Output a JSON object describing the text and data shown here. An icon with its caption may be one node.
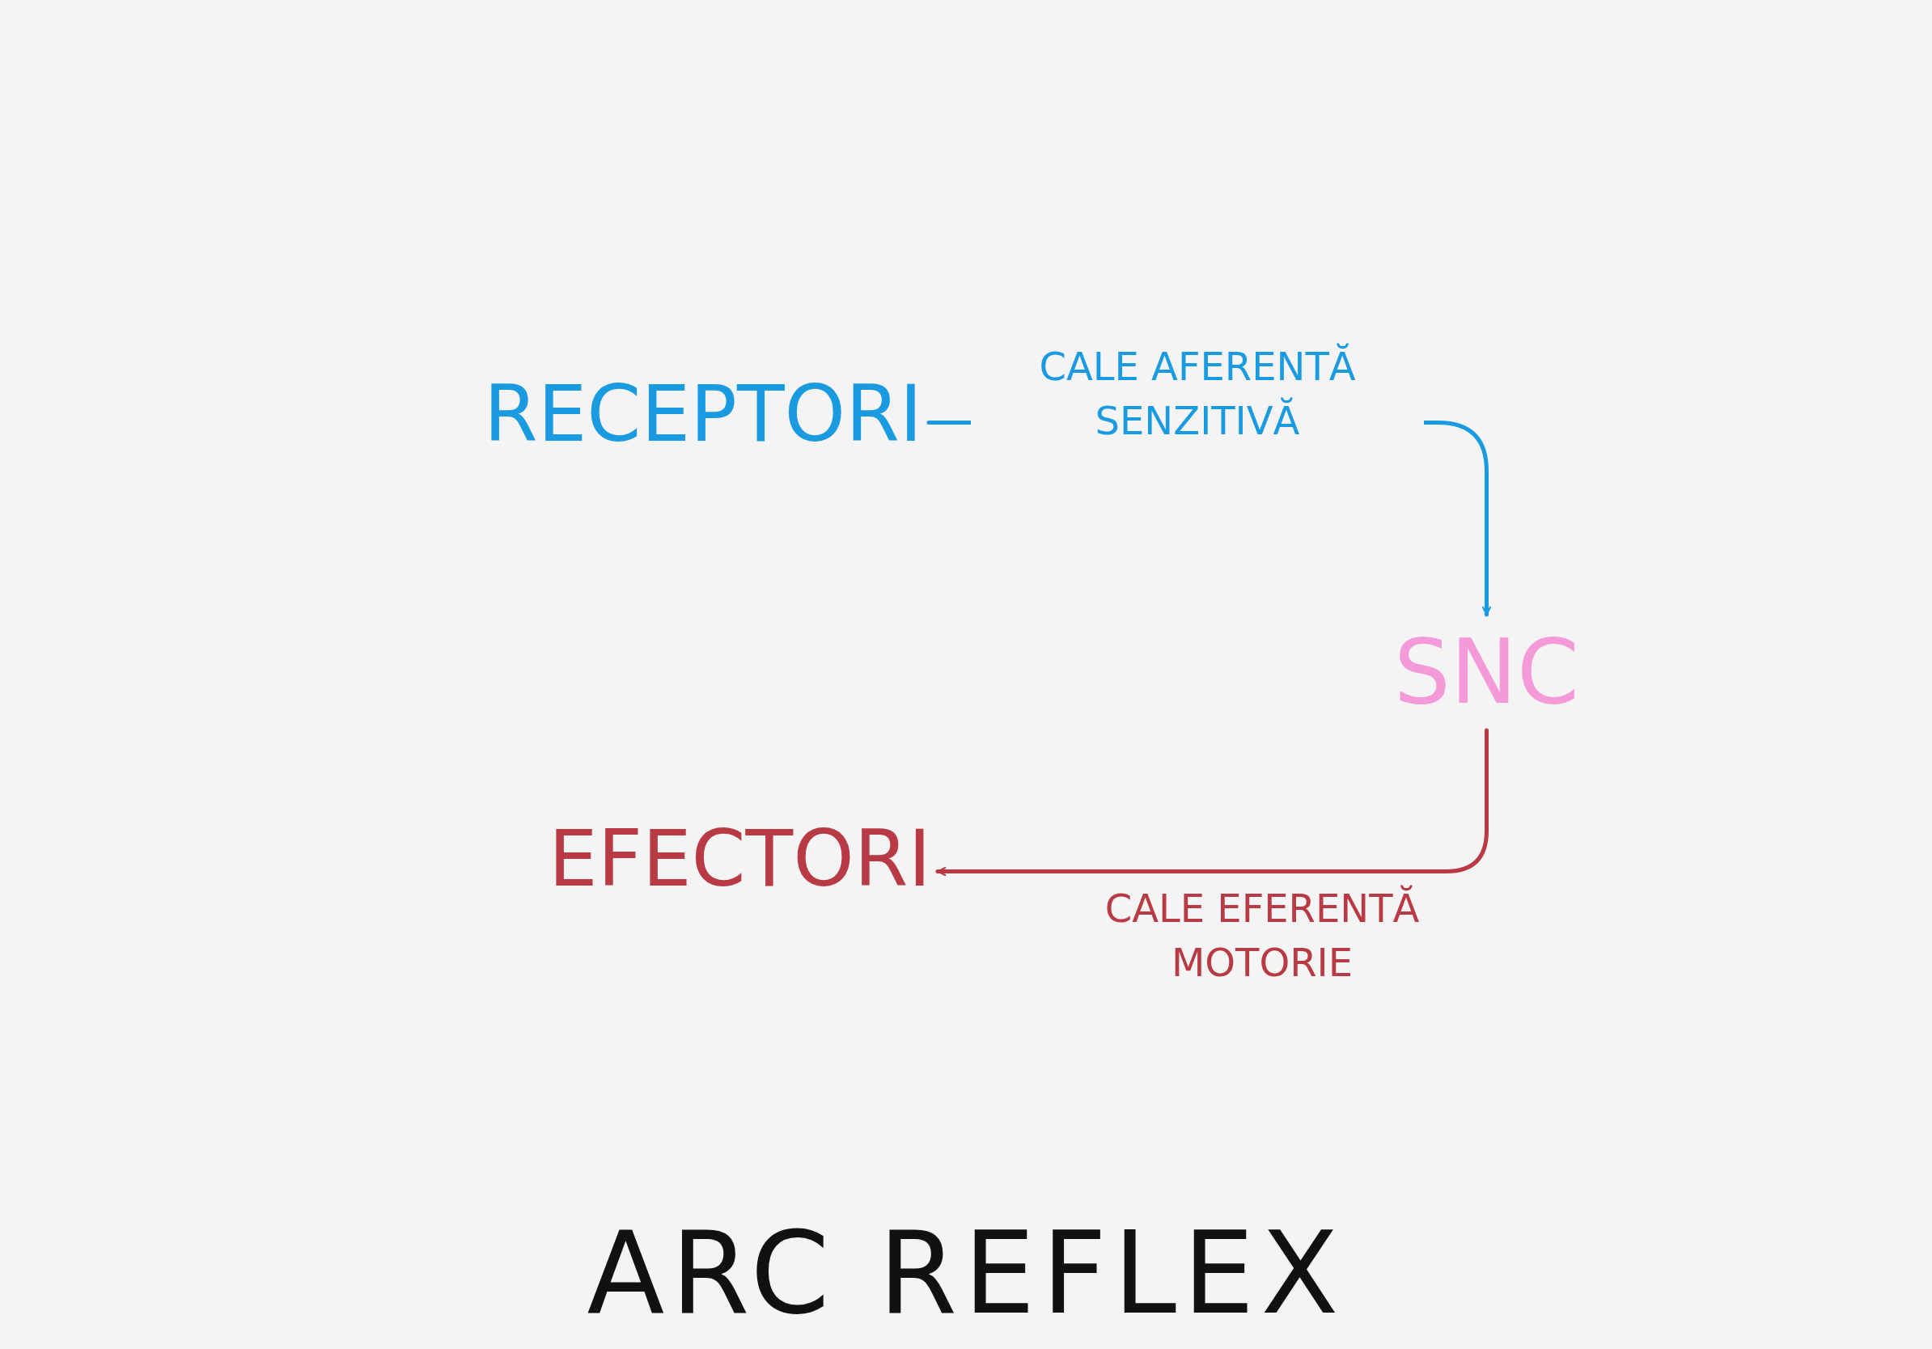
{
  "diagram": {
    "title": "ARC REFLEX",
    "nodes": [
      {
        "text": [
          "RECEPTORI"
        ]
      },
      {
        "text": [
          "SNC"
        ]
      },
      {
        "text": [
          "EFECTORI"
        ]
      }
    ],
    "edges": [
      {
        "from": 0,
        "to": 1,
        "arrow": "to",
        "label": "CALE AFERENTĂ SENZITIVĂ",
        "color": "#1a9ae0"
      },
      {
        "from": 1,
        "to": 2,
        "arrow": "to",
        "label": "CALE EFERENTĂ MOTORIE",
        "color": "#b83a44"
      }
    ]
  }
}
